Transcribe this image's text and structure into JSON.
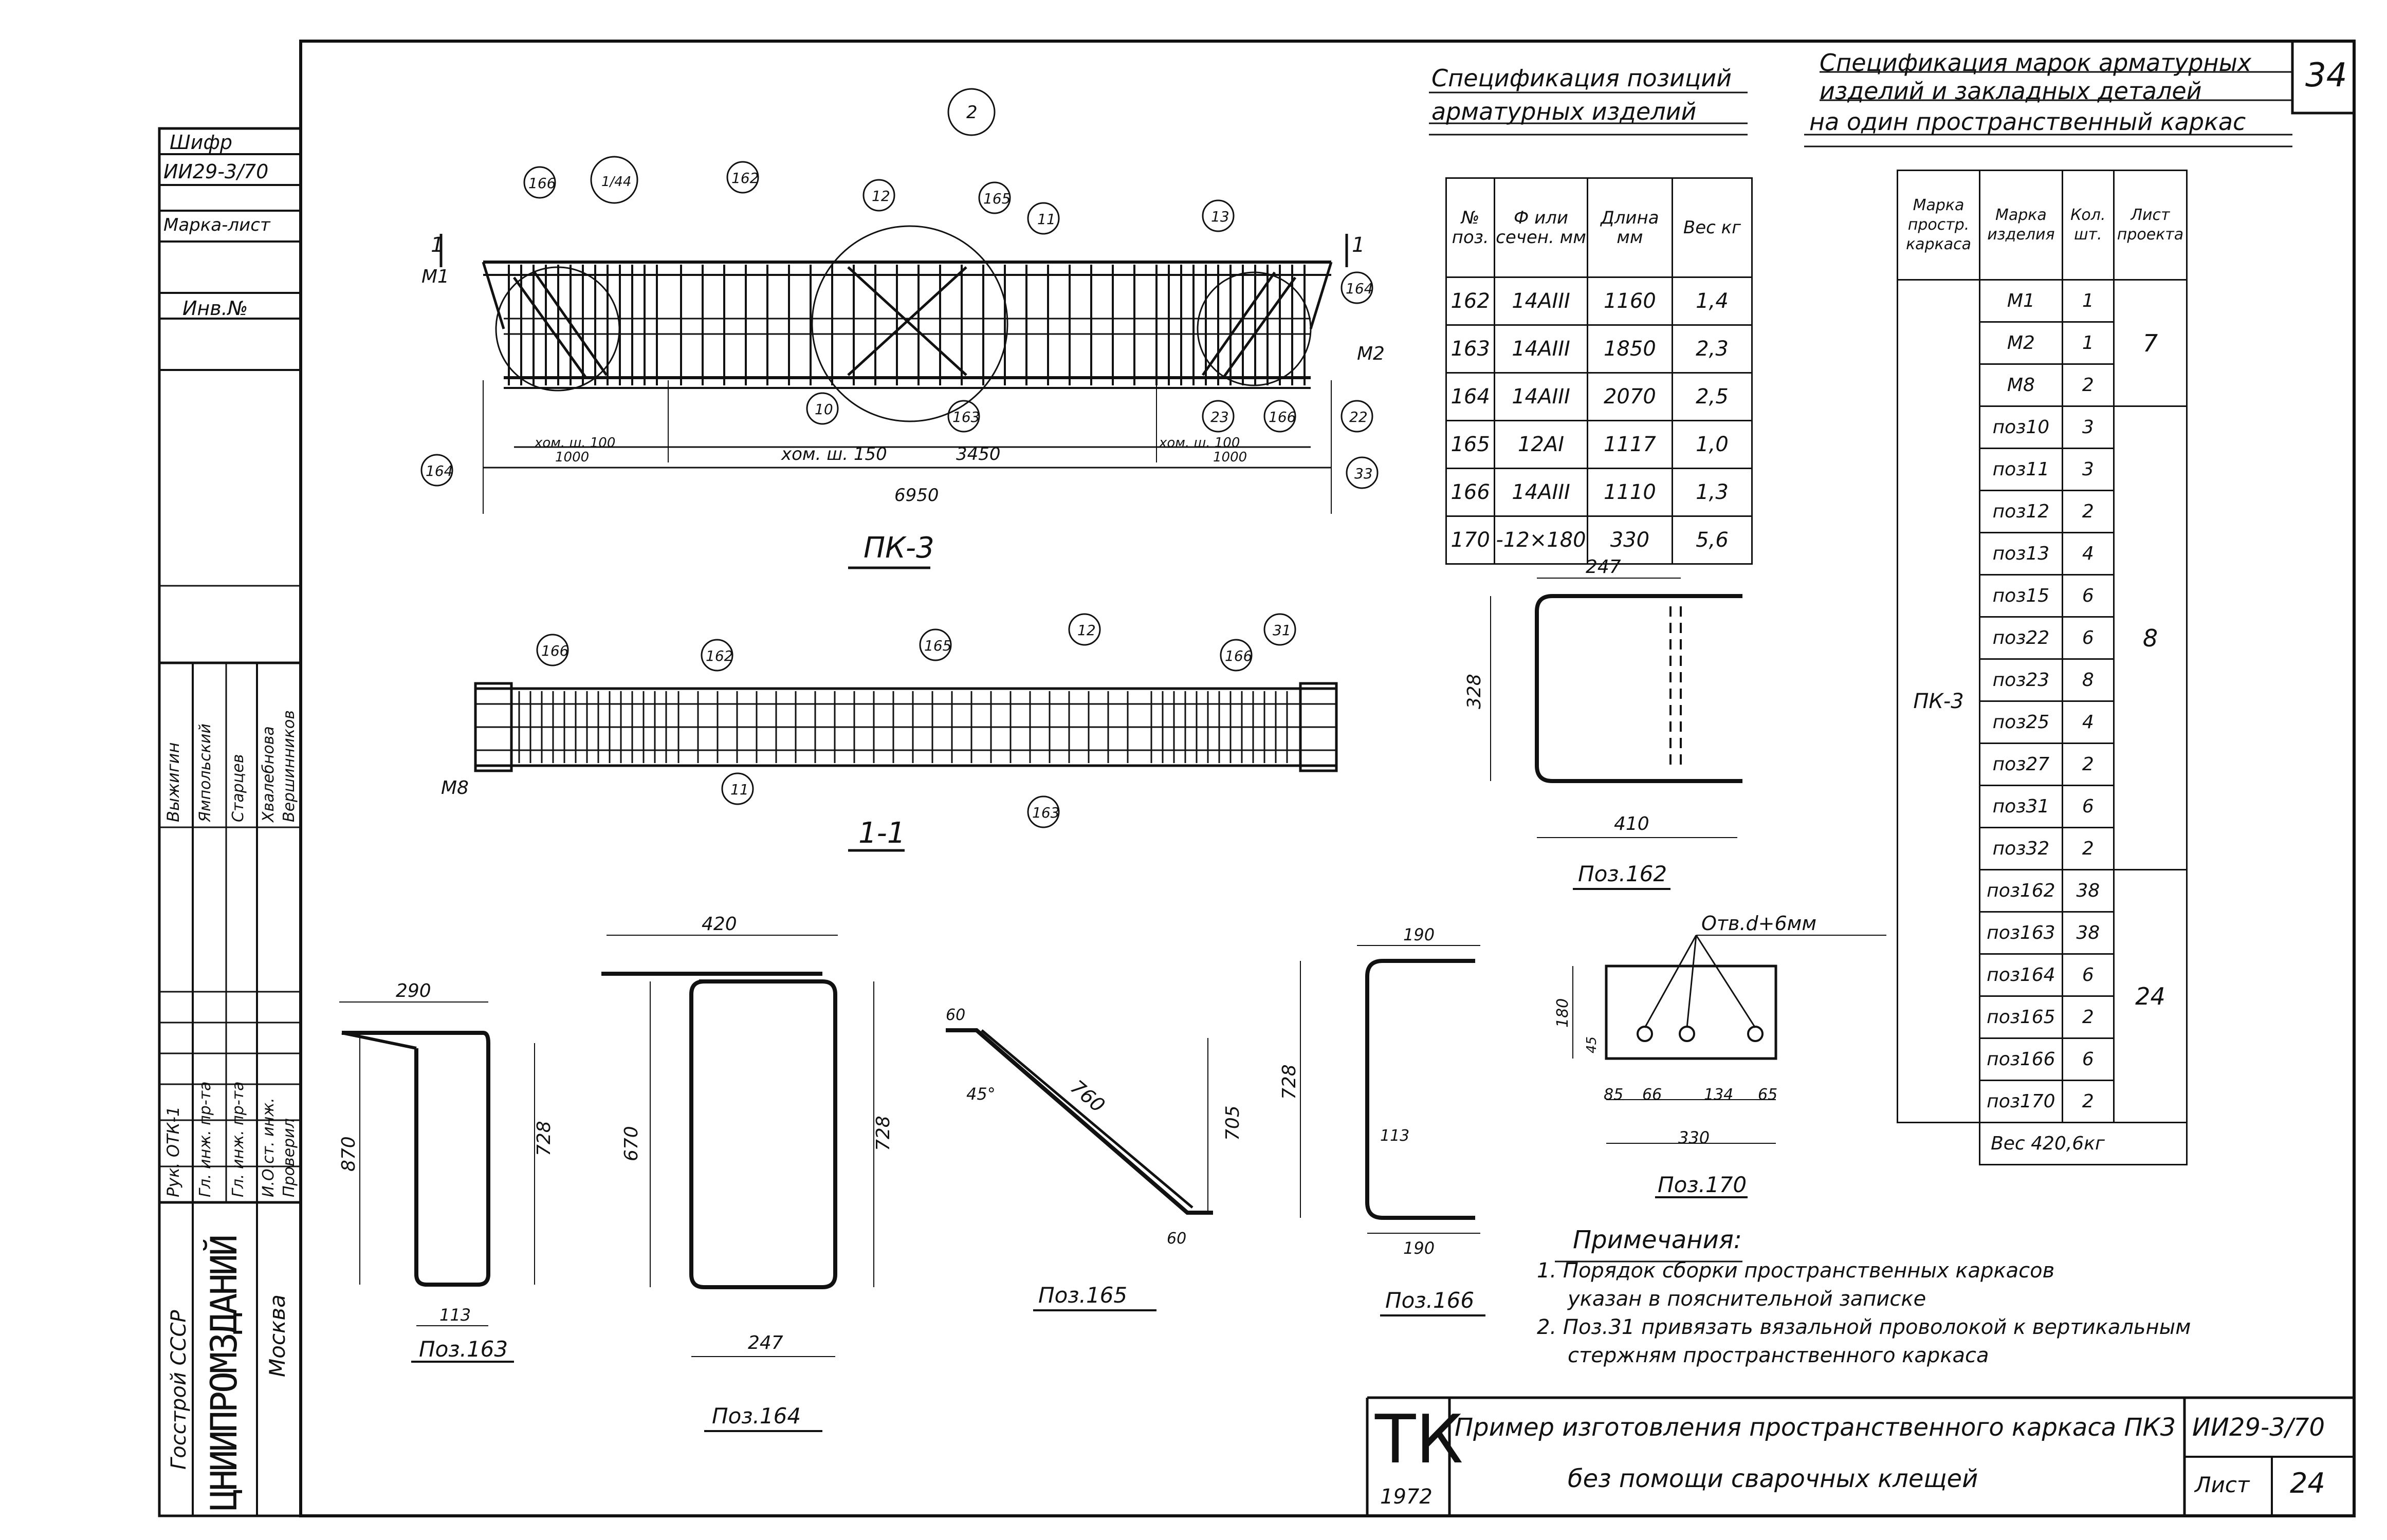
{
  "page_number": "34",
  "left_header": {
    "shifr_label": "Шифр",
    "shifr_value": "ИИ29-3/70",
    "marka_list_label": "Марка-лист",
    "inv_label": "Инв.№"
  },
  "approval": {
    "roles": [
      "Рук. ОТК-1",
      "Гл. инж. пр-та",
      "Гл. инж. пр-та",
      "И.О.ст. инж.",
      "Проверил"
    ],
    "names": [
      "Выжигин",
      "Ямпольский",
      "Старцев",
      "Хвалебнова",
      "Вершинников"
    ]
  },
  "org": {
    "gosstroy": "Госстрой СССР",
    "institute": "ЦНИИПРОМЗДАНИЙ",
    "city": "Москва"
  },
  "spec_positions": {
    "title_line1": "Спецификация позиций",
    "title_line2": "арматурных изделий",
    "headers": [
      "№ поз.",
      "Ф или сечен. мм",
      "Длина мм",
      "Вес кг"
    ],
    "rows": [
      [
        "162",
        "14AIII",
        "1160",
        "1,4"
      ],
      [
        "163",
        "14AIII",
        "1850",
        "2,3"
      ],
      [
        "164",
        "14AIII",
        "2070",
        "2,5"
      ],
      [
        "165",
        "12AI",
        "1117",
        "1,0"
      ],
      [
        "166",
        "14AIII",
        "1110",
        "1,3"
      ],
      [
        "170",
        "-12×180",
        "330",
        "5,6"
      ]
    ]
  },
  "spec_marks": {
    "title_line1": "Спецификация марок арматурных",
    "title_line2": "изделий и закладных деталей",
    "title_line3": "на один пространственный каркас",
    "headers": [
      "Марка простр. каркаса",
      "Марка изделия",
      "Кол. шт.",
      "Лист проекта"
    ],
    "frame_mark": "ПК-3",
    "rows": [
      [
        "М1",
        "1"
      ],
      [
        "М2",
        "1"
      ],
      [
        "М8",
        "2"
      ],
      [
        "поз10",
        "3"
      ],
      [
        "поз11",
        "3"
      ],
      [
        "поз12",
        "2"
      ],
      [
        "поз13",
        "4"
      ],
      [
        "поз15",
        "6"
      ],
      [
        "поз22",
        "6"
      ],
      [
        "поз23",
        "8"
      ],
      [
        "поз25",
        "4"
      ],
      [
        "поз27",
        "2"
      ],
      [
        "поз31",
        "6"
      ],
      [
        "поз32",
        "2"
      ],
      [
        "поз162",
        "38"
      ],
      [
        "поз163",
        "38"
      ],
      [
        "поз164",
        "6"
      ],
      [
        "поз165",
        "2"
      ],
      [
        "поз166",
        "6"
      ],
      [
        "поз170",
        "2"
      ]
    ],
    "sheets": [
      "7",
      "8",
      "24"
    ],
    "weight": "Вес 420,6кг"
  },
  "drawing": {
    "pk_label": "ПК-3",
    "section_label": "1-1",
    "section_mark": "1",
    "dims": {
      "total": "6950",
      "mid": "3450",
      "side_left": "1000",
      "side_right": "1000",
      "step_left": "хом. ш. 100",
      "step_mid": "хом. ш. 150",
      "step_right": "хом. ш. 100"
    },
    "marks_elevation": [
      "М1",
      "М2"
    ],
    "marks_section": [
      "М8"
    ],
    "callouts_elev": [
      "166",
      "1/44",
      "162",
      "12",
      "2",
      "165",
      "11",
      "13",
      "164",
      "22",
      "33",
      "166",
      "23",
      "163",
      "10",
      "164"
    ],
    "callouts_section": [
      "166",
      "162",
      "165",
      "12",
      "166",
      "31",
      "11",
      "163"
    ]
  },
  "details": {
    "p162": {
      "label": "Поз.162",
      "w": "247",
      "h": "328",
      "b": "410"
    },
    "p163": {
      "label": "Поз.163",
      "top": "290",
      "left": "870",
      "right": "728",
      "bottom": "113"
    },
    "p164": {
      "label": "Поз.164",
      "top": "420",
      "left": "670",
      "right": "728",
      "bottom": "247"
    },
    "p165": {
      "label": "Поз.165",
      "a": "60",
      "len": "760",
      "angle": "45°",
      "h": "705",
      "b": "60"
    },
    "p166": {
      "label": "Поз.166",
      "top": "190",
      "left": "728",
      "mid": "113",
      "bottom": "190"
    },
    "p170": {
      "label": "Поз.170",
      "holes": "Отв.d+6мм",
      "h": "180",
      "e": "45",
      "d1": "85",
      "d2": "66",
      "d3": "134",
      "d4": "65",
      "total": "330"
    }
  },
  "notes": {
    "title": "Примечания:",
    "items": [
      "1. Порядок сборки пространственных каркасов",
      "указан в пояснительной записке",
      "2. Поз.31 привязать вязальной проволокой к вертикальным",
      "стержням пространственного каркаса"
    ]
  },
  "title_block": {
    "tk": "ТК",
    "year": "1972",
    "title_line1": "Пример изготовления пространственного каркаса ПК3",
    "title_line2": "без помощи сварочных клещей",
    "code": "ИИ29-3/70",
    "sheet_label": "Лист",
    "sheet_num": "24"
  }
}
